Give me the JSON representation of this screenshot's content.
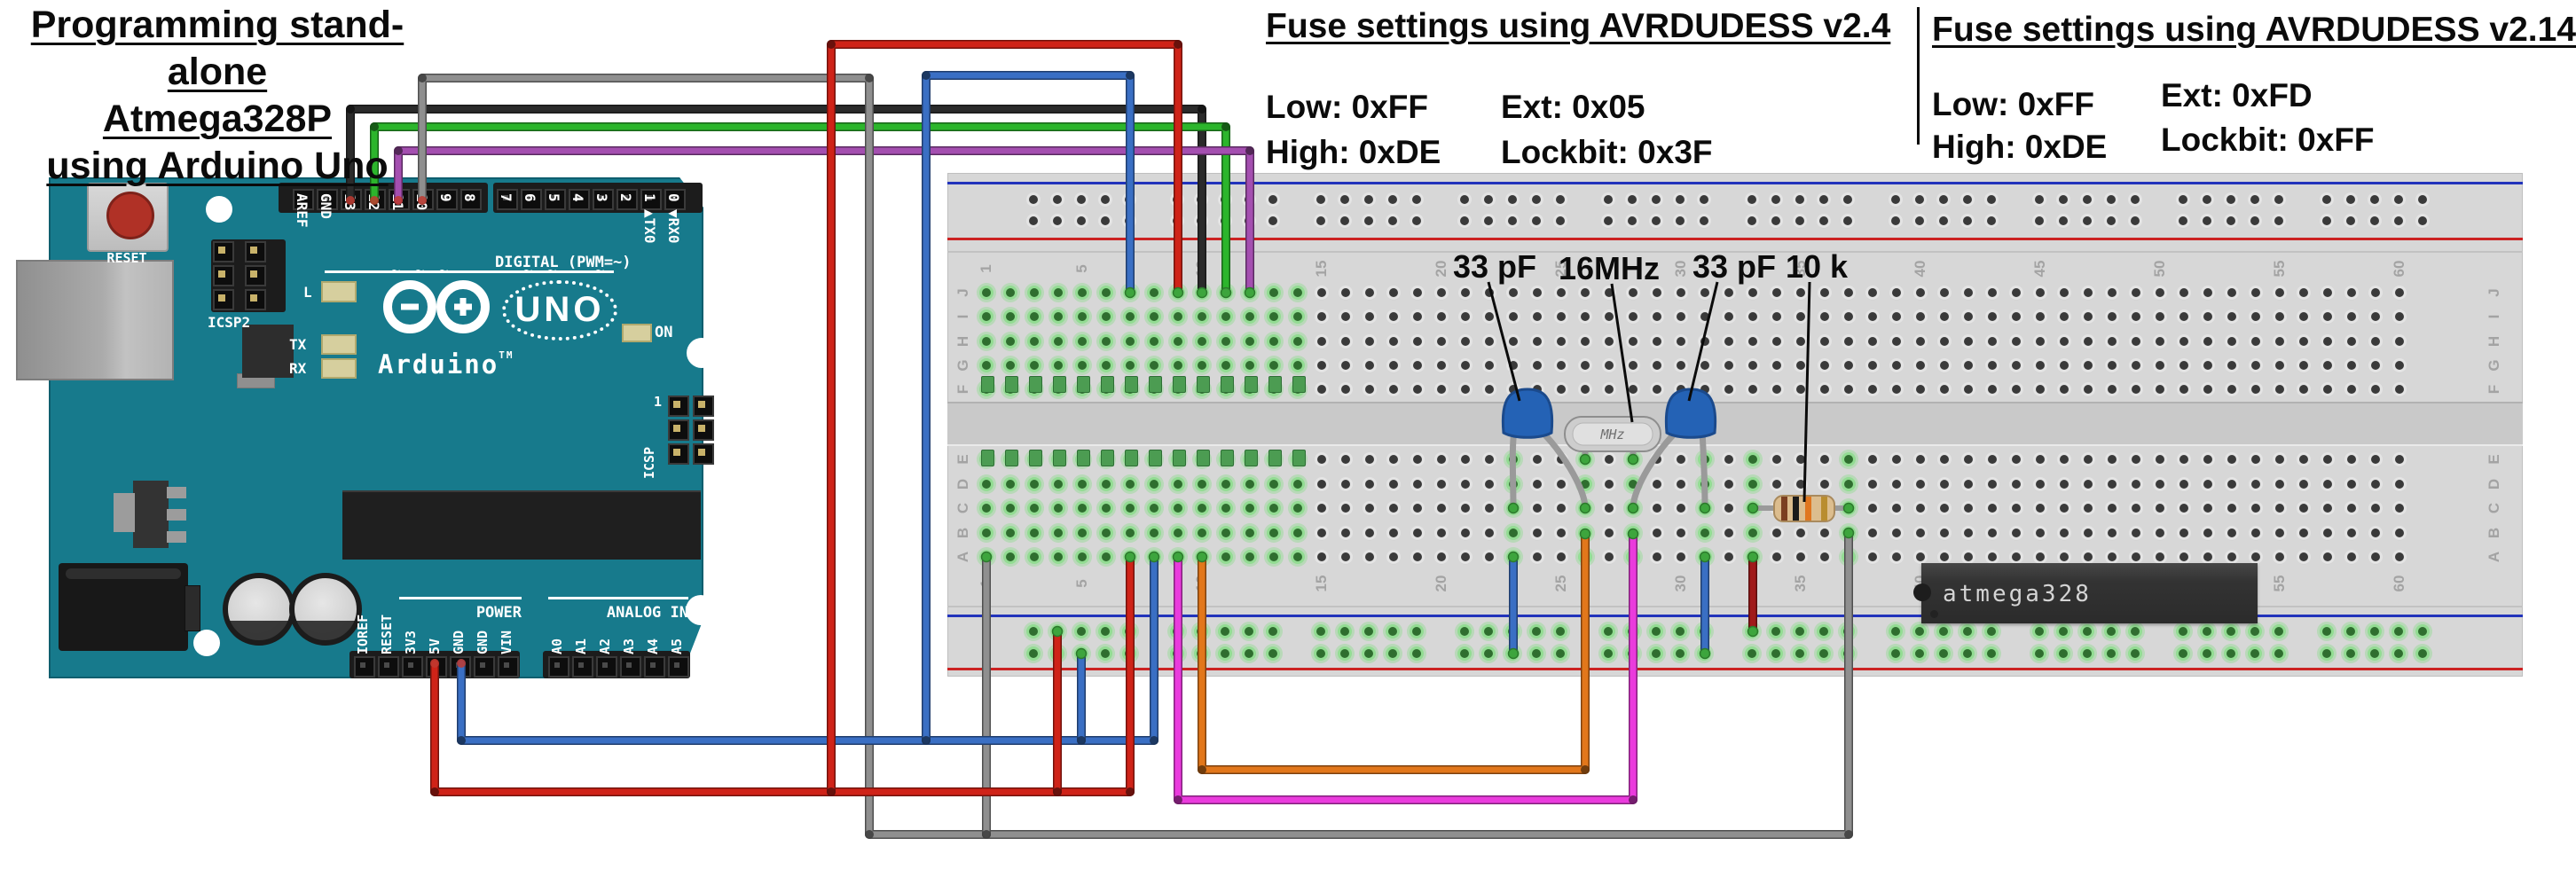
{
  "title": {
    "lines": [
      "Programming stand-alone",
      "Atmega328P",
      "using Arduino Uno"
    ]
  },
  "fuse_blocks": [
    {
      "heading": "Fuse settings using AVRDUDESS v2.4",
      "low": "Low: 0xFF",
      "high": "High: 0xDE",
      "ext": "Ext: 0x05",
      "lockbit": "Lockbit: 0x3F"
    },
    {
      "heading": "Fuse settings using AVRDUDESS v2.14",
      "low": "Low: 0xFF",
      "high": "High: 0xDE",
      "ext": "Ext: 0xFD",
      "lockbit": "Lockbit: 0xFF"
    }
  ],
  "component_labels": {
    "cap_left": "33 pF",
    "crystal": "16MHz",
    "cap_right": "33 pF",
    "resistor": "10 k"
  },
  "breadboard": {
    "chip_label": "atmega328",
    "crystal_marking": "MHz",
    "row_letters_top": [
      "J",
      "I",
      "H",
      "G",
      "F"
    ],
    "row_letters_bottom": [
      "E",
      "D",
      "C",
      "B",
      "A"
    ],
    "column_numbers": [
      "1",
      "5",
      "10",
      "15",
      "20",
      "25",
      "30",
      "35",
      "40",
      "45",
      "50",
      "55",
      "60"
    ]
  },
  "arduino": {
    "reset_button_label": "RESET",
    "icsp2_label": "ICSP2",
    "digital_left_pins": [
      "AREF",
      "GND",
      "13",
      "12",
      "11",
      "10",
      "9",
      "8"
    ],
    "digital_right_pins": [
      "7",
      "6",
      "5",
      "4",
      "3",
      "2",
      "1",
      "0"
    ],
    "pwm_tilde_pins": [
      "11",
      "10",
      "9",
      "6",
      "5",
      "3"
    ],
    "digital_caption": "DIGITAL (PWM=~)",
    "tx_arrow": "▲",
    "tx0": "TX0",
    "rx_arrow": "▼",
    "rx0": "RX0",
    "led_l": "L",
    "led_tx": "TX",
    "led_rx": "RX",
    "on_label": "ON",
    "brand": "Arduino",
    "brand_tm": "TM",
    "model": "UNO",
    "icsp_label": "ICSP",
    "icsp_pin1": "1",
    "power_pins": [
      "IOREF",
      "RESET",
      "3V3",
      "5V",
      "GND",
      "GND",
      "VIN"
    ],
    "power_caption": "POWER",
    "analog_pins": [
      "A0",
      "A1",
      "A2",
      "A3",
      "A4",
      "A5"
    ],
    "analog_caption": "ANALOG IN"
  },
  "wires": [
    {
      "name": "wire-sck",
      "color": "#2b2b2b"
    },
    {
      "name": "wire-miso",
      "color": "#2cb52c"
    },
    {
      "name": "wire-mosi",
      "color": "#a44fb0"
    },
    {
      "name": "wire-reset-main",
      "color": "#8f8f8f"
    },
    {
      "name": "wire-reset-branch",
      "color": "#8f8f8f"
    },
    {
      "name": "wire-gnd-main",
      "color": "#3a6fc4"
    },
    {
      "name": "wire-gnd-up",
      "color": "#3a6fc4"
    },
    {
      "name": "wire-gnd-rail",
      "color": "#3a6fc4"
    },
    {
      "name": "wire-5v-main",
      "color": "#cf2318"
    },
    {
      "name": "wire-5v-up",
      "color": "#cf2318"
    },
    {
      "name": "wire-5v-rail",
      "color": "#cf2318"
    },
    {
      "name": "wire-xtal2-orange",
      "color": "#e2771b"
    },
    {
      "name": "wire-xtal1-magenta",
      "color": "#ea3bdd"
    },
    {
      "name": "wire-gnd-jumper-a",
      "color": "#3a6fc4"
    },
    {
      "name": "wire-gnd-jumper-b",
      "color": "#3a6fc4"
    },
    {
      "name": "wire-5v-jumper",
      "color": "#a01a1a"
    }
  ],
  "colors": {
    "board_teal": "#177a8c",
    "breadboard_gray": "#d7d7d7",
    "rail_blue": "#2233bb",
    "rail_red": "#cc2222",
    "net_green": "#3da53d"
  }
}
